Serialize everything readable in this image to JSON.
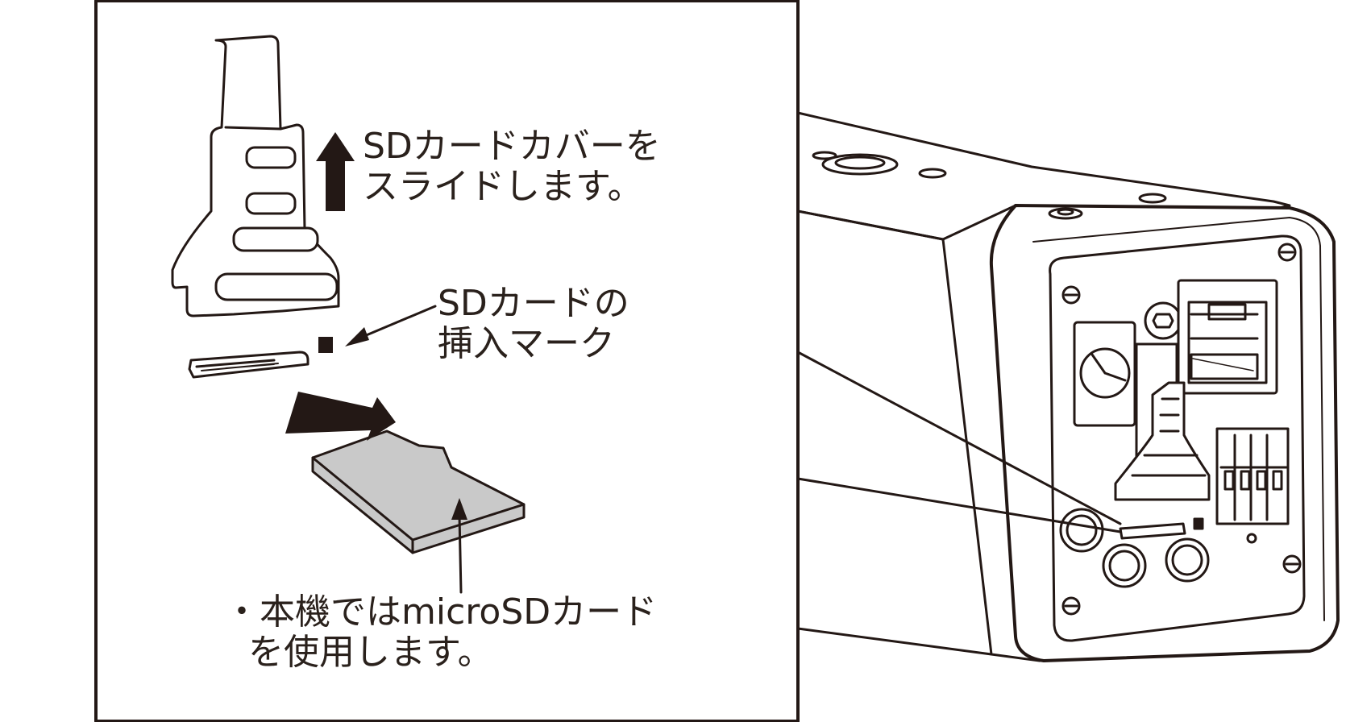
{
  "callouts": {
    "slide_cover": {
      "line1": "SDカードカバーを",
      "line2": "スライドします。"
    },
    "insert_mark": {
      "line1": "SDカードの",
      "line2": "挿入マーク"
    },
    "note": {
      "line1": "・本機ではmicroSDカード",
      "line2": "を使用します。"
    }
  },
  "colors": {
    "ink": "#231815",
    "text": "#2a211c",
    "card_fill": "#c9c9c9",
    "background": "#ffffff"
  },
  "icons": [
    "arrow-up-icon",
    "arrow-left-icon",
    "arrow-right-icon",
    "sd-insert-mark-icon"
  ]
}
